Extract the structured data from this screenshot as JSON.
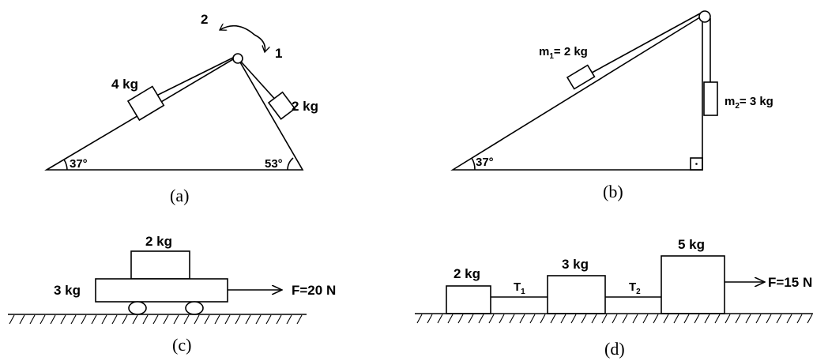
{
  "diagram_a": {
    "caption": "(a)",
    "left_block_label": "4 kg",
    "right_block_label": "2 kg",
    "left_angle_label": "37°",
    "right_angle_label": "53°",
    "direction_1_label": "1",
    "direction_2_label": "2"
  },
  "diagram_b": {
    "caption": "(b)",
    "m1_label": "m",
    "m1_sub": "1",
    "m1_value": "= 2 kg",
    "m2_label": "m",
    "m2_sub": "2",
    "m2_value": "= 3 kg",
    "angle_label": "37°"
  },
  "diagram_c": {
    "caption": "(c)",
    "top_block_label": "2 kg",
    "cart_label": "3 kg",
    "force_label": "F=20 N"
  },
  "diagram_d": {
    "caption": "(d)",
    "block1_label": "2 kg",
    "block2_label": "3 kg",
    "block3_label": "5 kg",
    "t1_label": "T",
    "t1_sub": "1",
    "t2_label": "T",
    "t2_sub": "2",
    "force_label": "F=15 N"
  }
}
